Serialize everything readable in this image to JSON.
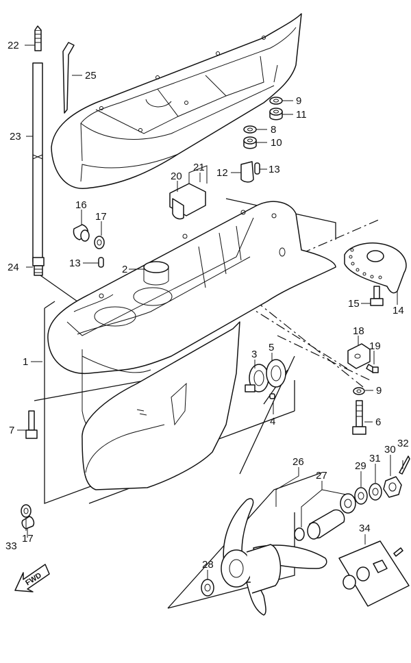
{
  "diagram": {
    "fwd_label": "FWD",
    "callouts": [
      {
        "id": "22",
        "text": "22"
      },
      {
        "id": "25",
        "text": "25"
      },
      {
        "id": "23",
        "text": "23"
      },
      {
        "id": "9a",
        "text": "9"
      },
      {
        "id": "11",
        "text": "11"
      },
      {
        "id": "8",
        "text": "8"
      },
      {
        "id": "10",
        "text": "10"
      },
      {
        "id": "21",
        "text": "21"
      },
      {
        "id": "20",
        "text": "20"
      },
      {
        "id": "12",
        "text": "12"
      },
      {
        "id": "13a",
        "text": "13"
      },
      {
        "id": "16",
        "text": "16"
      },
      {
        "id": "17a",
        "text": "17"
      },
      {
        "id": "13b",
        "text": "13"
      },
      {
        "id": "24",
        "text": "24"
      },
      {
        "id": "2",
        "text": "2"
      },
      {
        "id": "15",
        "text": "15"
      },
      {
        "id": "14",
        "text": "14"
      },
      {
        "id": "18",
        "text": "18"
      },
      {
        "id": "19",
        "text": "19"
      },
      {
        "id": "1",
        "text": "1"
      },
      {
        "id": "3",
        "text": "3"
      },
      {
        "id": "5",
        "text": "5"
      },
      {
        "id": "9b",
        "text": "9"
      },
      {
        "id": "7",
        "text": "7"
      },
      {
        "id": "4",
        "text": "4"
      },
      {
        "id": "6",
        "text": "6"
      },
      {
        "id": "32",
        "text": "32"
      },
      {
        "id": "30",
        "text": "30"
      },
      {
        "id": "31",
        "text": "31"
      },
      {
        "id": "29",
        "text": "29"
      },
      {
        "id": "26",
        "text": "26"
      },
      {
        "id": "27",
        "text": "27"
      },
      {
        "id": "33",
        "text": "33"
      },
      {
        "id": "17b",
        "text": "17"
      },
      {
        "id": "34",
        "text": "34"
      },
      {
        "id": "28",
        "text": "28"
      }
    ]
  }
}
